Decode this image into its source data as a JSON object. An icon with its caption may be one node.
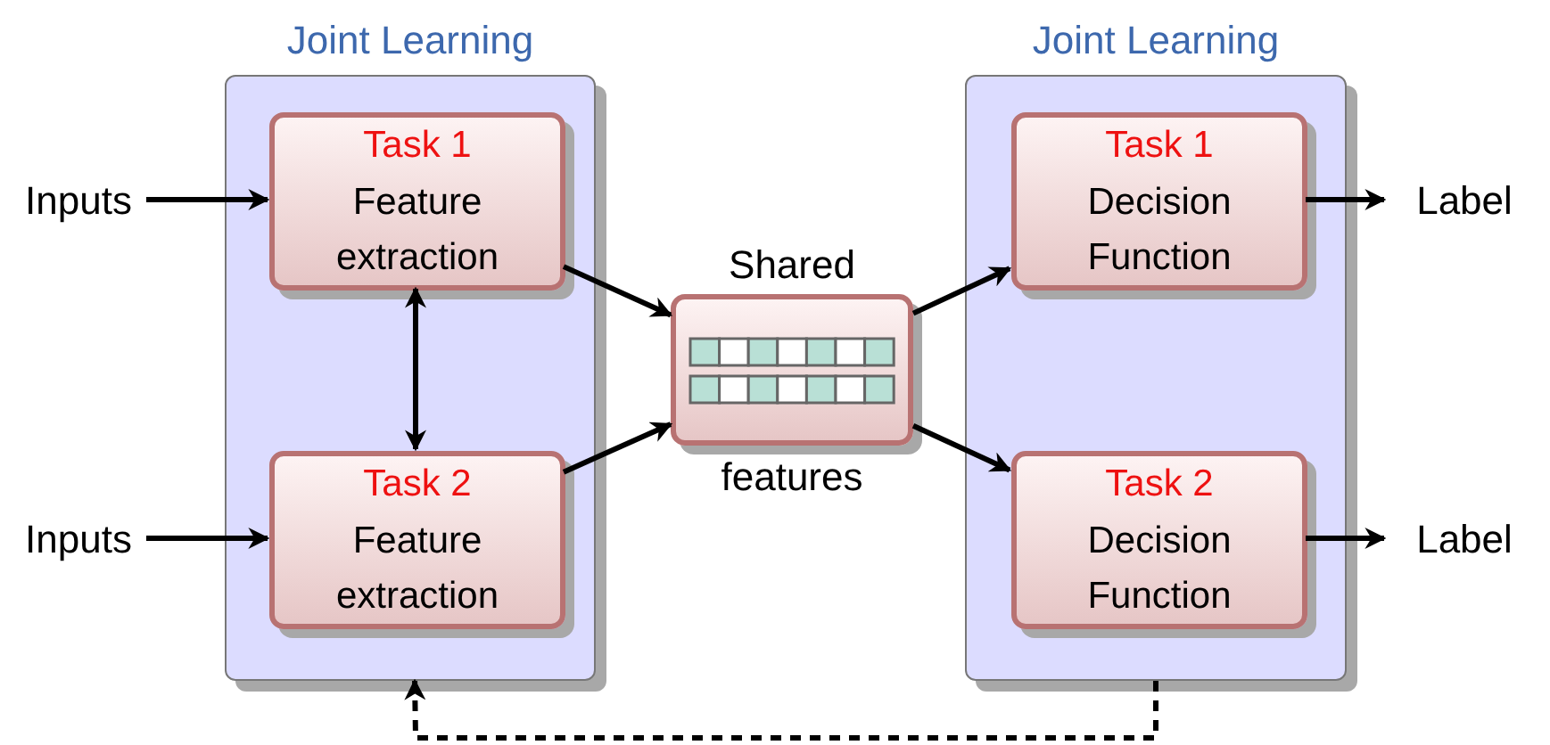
{
  "diagram": {
    "nodes": [
      {
        "text": [
          "Joint Learning"
        ]
      },
      {
        "text": [
          "Task 1",
          "Feature extraction"
        ],
        "in": 0
      },
      {
        "text": [
          "Task 2",
          "Feature extraction"
        ],
        "in": 0
      },
      {
        "text": [
          "Joint Learning"
        ]
      },
      {
        "text": [
          "Task 1",
          "Decision Function"
        ],
        "in": 3
      },
      {
        "text": [
          "Task 2",
          "Decision Function"
        ],
        "in": 3
      },
      {
        "text": [
          "Shared",
          "features"
        ]
      },
      {
        "text": [
          "Inputs"
        ]
      },
      {
        "text": [
          "Inputs"
        ]
      },
      {
        "text": [
          "Label"
        ]
      },
      {
        "text": [
          "Label"
        ]
      }
    ],
    "edges": [
      {
        "from": 7,
        "to": 1,
        "arrow": "to"
      },
      {
        "from": 8,
        "to": 2,
        "arrow": "to"
      },
      {
        "from": 1,
        "to": 2,
        "arrow": "both"
      },
      {
        "from": 1,
        "to": 6,
        "arrow": "to"
      },
      {
        "from": 2,
        "to": 6,
        "arrow": "to"
      },
      {
        "from": 6,
        "to": 4,
        "arrow": "to"
      },
      {
        "from": 6,
        "to": 5,
        "arrow": "to"
      },
      {
        "from": 4,
        "to": 9,
        "arrow": "to"
      },
      {
        "from": 5,
        "to": 10,
        "arrow": "to"
      },
      {
        "from": 3,
        "to": 0,
        "arrow": "to",
        "style": "dashed"
      }
    ]
  }
}
